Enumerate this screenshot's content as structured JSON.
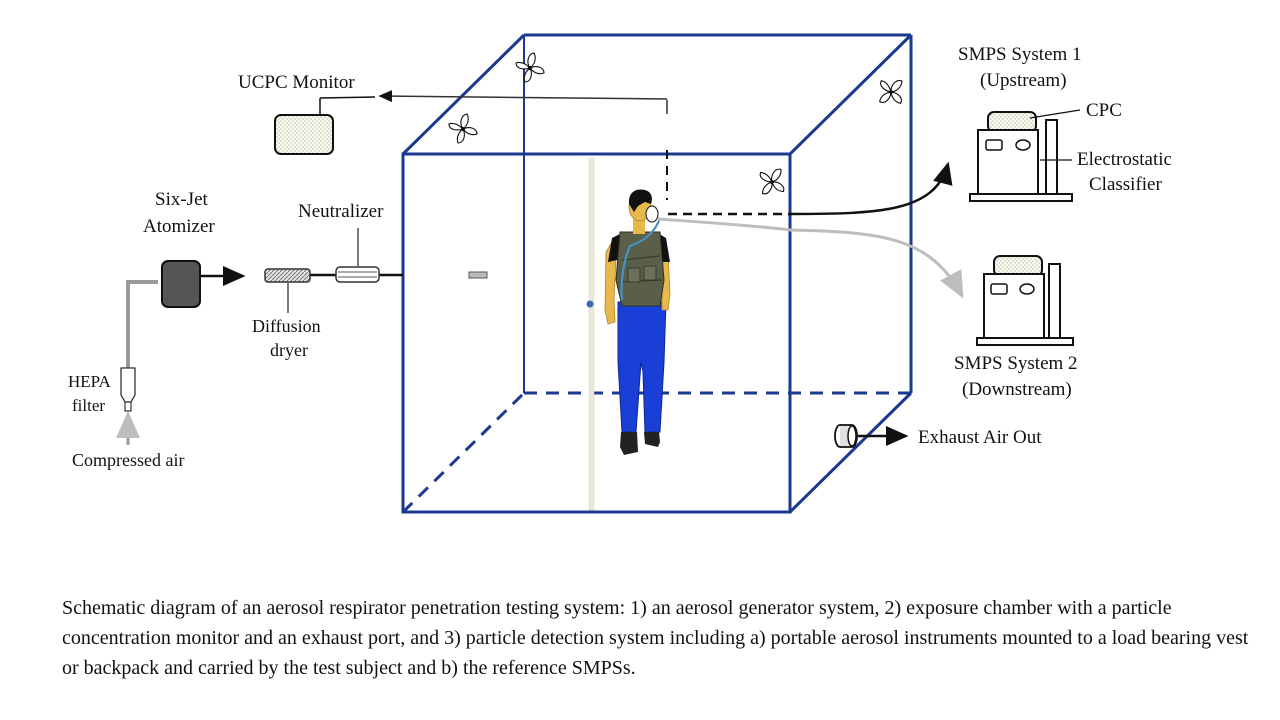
{
  "labels": {
    "ucpc_monitor": "UCPC Monitor",
    "six_jet_line1": "Six-Jet",
    "six_jet_line2": "Atomizer",
    "neutralizer": "Neutralizer",
    "diffusion_line1": "Diffusion",
    "diffusion_line2": "dryer",
    "hepa_line1": "HEPA",
    "hepa_line2": "filter",
    "compressed_air": "Compressed air",
    "smps1_line1": "SMPS System 1",
    "smps1_line2": "(Upstream)",
    "cpc": "CPC",
    "electrostatic_line1": "Electrostatic",
    "electrostatic_line2": "Classifier",
    "smps2_line1": "SMPS System 2",
    "smps2_line2": "(Downstream)",
    "exhaust": "Exhaust Air Out"
  },
  "caption": "Schematic diagram of an aerosol respirator penetration testing system: 1) an aerosol generator system, 2) exposure chamber with a particle concentration monitor and an exhaust port, and 3) particle detection system including a) portable aerosol instruments mounted to a load bearing vest or backpack and carried by the test subject and b) the reference SMPSs.",
  "colors": {
    "chamber": "#1a3a8f",
    "line": "#111111",
    "gray_line": "#bdbdbd",
    "atomizer": "#555555",
    "pants": "#1a3fd6",
    "skin": "#e8b84a",
    "vest": "#5a5f4a"
  }
}
